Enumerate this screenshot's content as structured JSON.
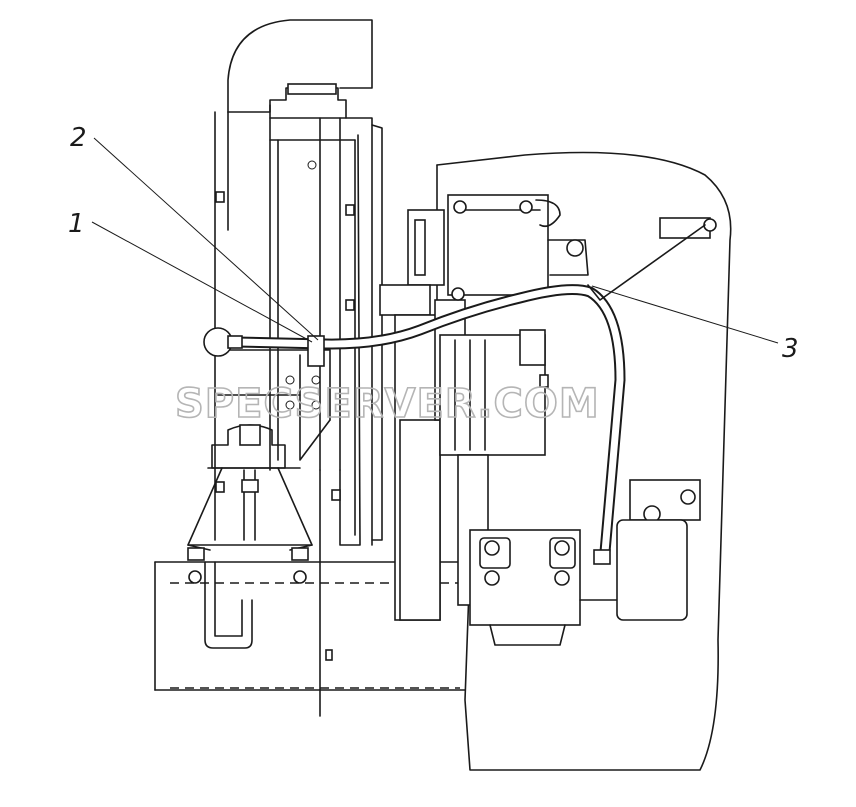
{
  "callouts": [
    {
      "label": "1"
    },
    {
      "label": "2"
    },
    {
      "label": "3"
    }
  ],
  "watermark": "SPECSERVER.COM"
}
